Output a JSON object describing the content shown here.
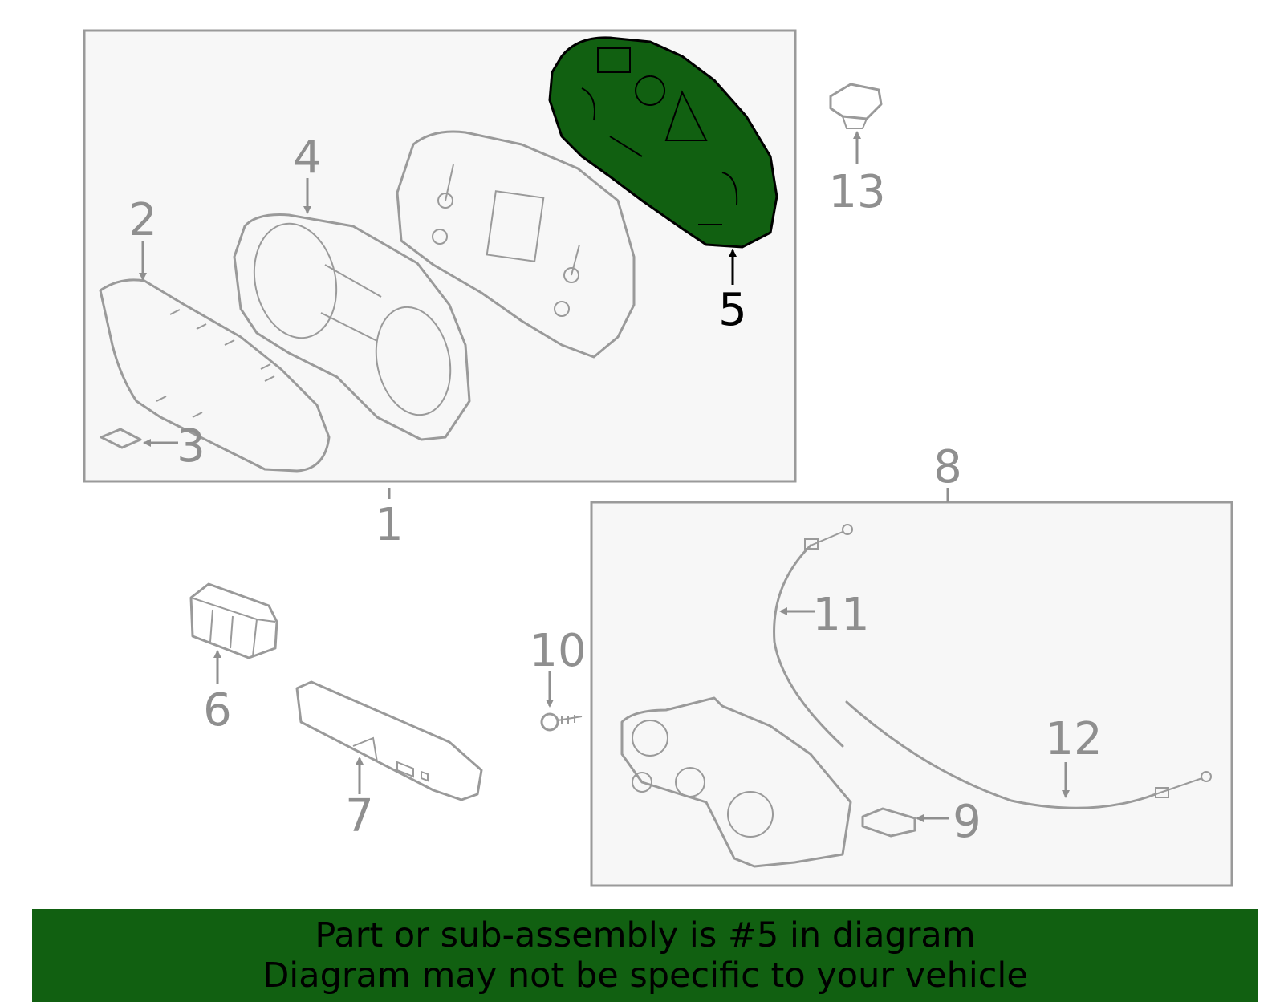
{
  "callouts": {
    "c1": "1",
    "c2": "2",
    "c3": "3",
    "c4": "4",
    "c5": "5",
    "c6": "6",
    "c7": "7",
    "c8": "8",
    "c9": "9",
    "c10": "10",
    "c11": "11",
    "c12": "12",
    "c13": "13"
  },
  "highlighted_part": "5",
  "banner": {
    "line1": "Part or sub-assembly is #5 in diagram",
    "line2": "Diagram may not be specific to your vehicle"
  },
  "colors": {
    "highlight_fill": "#116011",
    "banner_bg": "#116011",
    "line_gray": "#9a9a9a",
    "box_fill": "#f7f7f7"
  }
}
